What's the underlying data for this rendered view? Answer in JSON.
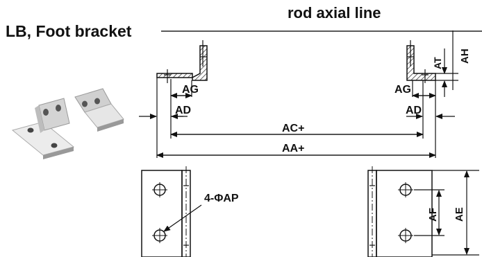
{
  "title": "LB, Foot bracket",
  "axis_label": "rod axial line",
  "dims": {
    "ag": "AG",
    "ad": "AD",
    "ac": "AC+",
    "aa": "AA+",
    "at": "AT",
    "ah": "AH",
    "ap": "4-ΦAP",
    "af": "AF",
    "ae": "AE"
  },
  "icons": {
    "photo": "foot-bracket-photo"
  }
}
